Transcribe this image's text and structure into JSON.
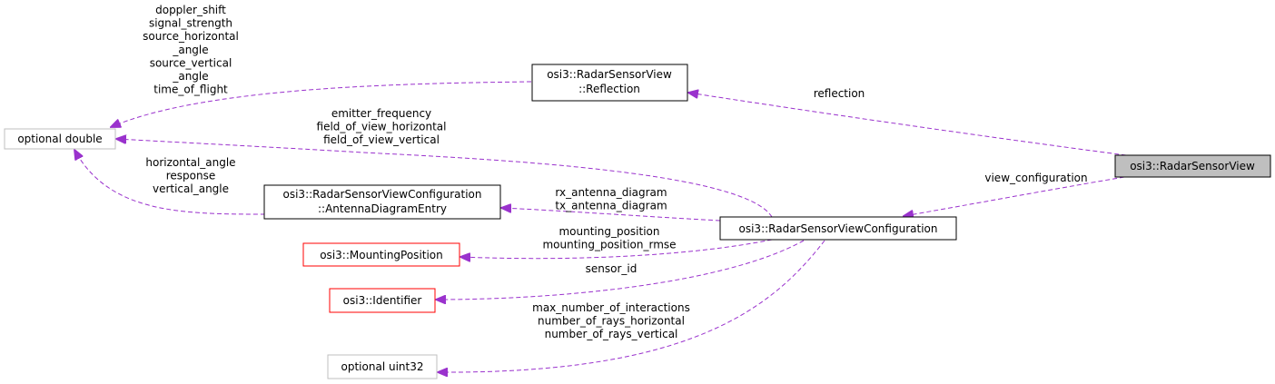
{
  "colors": {
    "edge": "#9a32cd",
    "node_border": "#000000",
    "node_border_external": "#bfbfbf",
    "node_border_incomplete": "#ff0000",
    "focus_fill": "#bfbfbf"
  },
  "nodes": {
    "optional_double": {
      "label": "optional double"
    },
    "reflection": {
      "line1": "osi3::RadarSensorView",
      "line2": "::Reflection"
    },
    "radar_sensor_view": {
      "label": "osi3::RadarSensorView"
    },
    "antenna_entry": {
      "line1": "osi3::RadarSensorViewConfiguration",
      "line2": "::AntennaDiagramEntry"
    },
    "view_configuration": {
      "label": "osi3::RadarSensorViewConfiguration"
    },
    "mounting_position": {
      "label": "osi3::MountingPosition"
    },
    "identifier": {
      "label": "osi3::Identifier"
    },
    "optional_uint32": {
      "label": "optional uint32"
    }
  },
  "edges": {
    "reflection_to_double": [
      "doppler_shift",
      "signal_strength",
      "source_horizontal",
      "_angle",
      "source_vertical",
      "_angle",
      "time_of_flight"
    ],
    "view_to_reflection": [
      "reflection"
    ],
    "config_to_double": [
      "emitter_frequency",
      "field_of_view_horizontal",
      "field_of_view_vertical"
    ],
    "antenna_to_double": [
      "horizontal_angle",
      "response",
      "vertical_angle"
    ],
    "view_to_config": [
      "view_configuration"
    ],
    "config_to_antenna": [
      "rx_antenna_diagram",
      "tx_antenna_diagram"
    ],
    "config_to_mounting": [
      "mounting_position",
      "mounting_position_rmse"
    ],
    "config_to_identifier": [
      "sensor_id"
    ],
    "config_to_uint32": [
      "max_number_of_interactions",
      "number_of_rays_horizontal",
      "number_of_rays_vertical"
    ]
  }
}
